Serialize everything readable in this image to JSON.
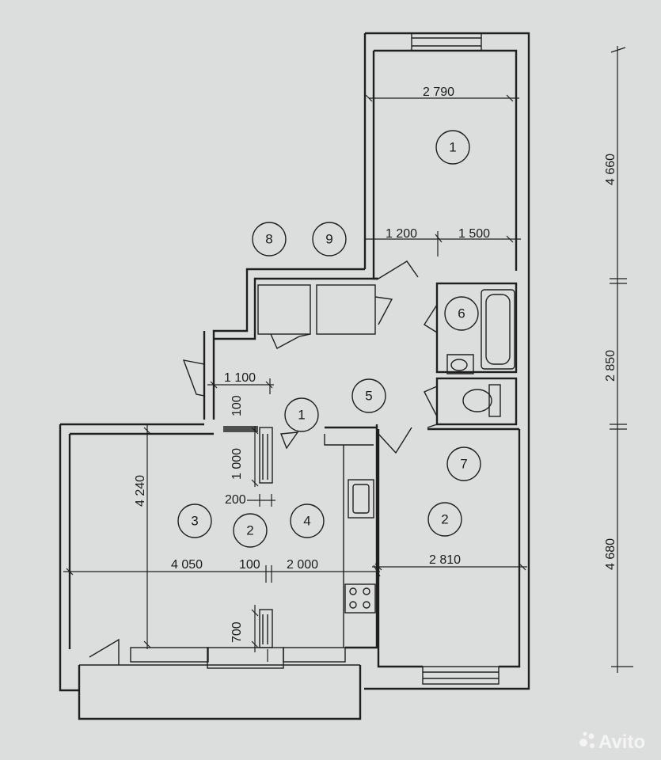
{
  "dimensions": {
    "bed1_width": "2 790",
    "bed1_left_part": "1 200",
    "bed1_right_part": "1 500",
    "right_top": "4 660",
    "right_mid": "2 850",
    "right_bottom": "4 680",
    "hall_width": "1 100",
    "small_100": "100",
    "living_height": "4 240",
    "partition_1000": "1 000",
    "partition_200": "200",
    "living_width": "4 050",
    "partition_100": "100",
    "kitchen_width": "2 000",
    "bed2_width": "2 810",
    "partition_700": "700"
  },
  "rooms": {
    "r1_top": "1",
    "r8": "8",
    "r9": "9",
    "r6": "6",
    "r5": "5",
    "r1_hall": "1",
    "r7": "7",
    "r3": "3",
    "r2_mid": "2",
    "r4": "4",
    "r2_right": "2"
  },
  "watermark": {
    "text": "Avito"
  },
  "colors": {
    "background": "#dcdedd",
    "ink": "#1f1f1f"
  }
}
